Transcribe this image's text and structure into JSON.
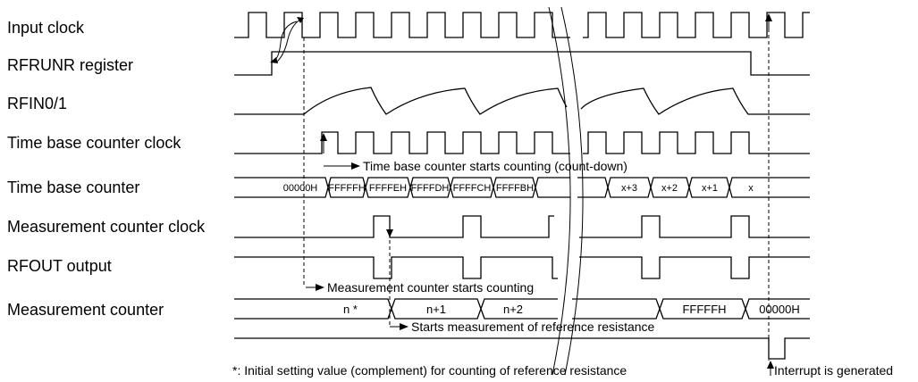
{
  "signals": [
    {
      "id": "input-clock",
      "label": "Input clock"
    },
    {
      "id": "rfrunr-register",
      "label": "RFRUNR register"
    },
    {
      "id": "rfin",
      "label": "RFIN0/1"
    },
    {
      "id": "time-base-counter-clock",
      "label": "Time base counter clock"
    },
    {
      "id": "time-base-counter",
      "label": "Time base counter"
    },
    {
      "id": "measurement-counter-clock",
      "label": "Measurement counter clock"
    },
    {
      "id": "rfout-output",
      "label": "RFOUT output"
    },
    {
      "id": "measurement-counter",
      "label": "Measurement counter"
    }
  ],
  "time_base_values": [
    "00000H",
    "FFFFFH",
    "FFFFEH",
    "FFFFDH",
    "FFFFCH",
    "FFFFBH",
    "",
    "",
    "x+3",
    "x+2",
    "x+1",
    "x"
  ],
  "measurement_values": [
    "n *",
    "n+1",
    "n+2",
    "",
    "FFFFFH",
    "00000H"
  ],
  "annotations": {
    "tbc_start": "Time base counter starts counting (count-down)",
    "mc_start": "Measurement counter starts counting",
    "ref_start": "Starts measurement of reference resistance",
    "footnote": "*: Initial setting value (complement) for counting of reference resistance",
    "interrupt": "Interrupt is generated"
  }
}
